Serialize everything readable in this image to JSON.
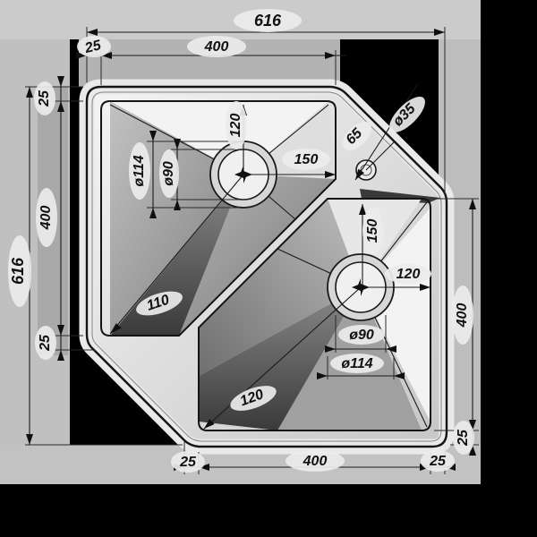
{
  "drawing": {
    "type": "corner-sink-technical-drawing-top-view",
    "colors": {
      "background": "#000000",
      "paper_gray": "#c4c4c4",
      "ink": "#141414",
      "bowl_shadow": "#3c3c3c"
    },
    "dims": {
      "top_overall": "616",
      "top_flange": "25",
      "top_bowl": "400",
      "left_overall": "616",
      "left_flange_top": "25",
      "left_bowl": "400",
      "left_flange_bottom": "25",
      "bottom_flange_left": "25",
      "bottom_bowl": "400",
      "bottom_flange_right": "25",
      "right_bowl": "400",
      "right_flange": "25",
      "bowl_a_drain_top_offset": "120",
      "bowl_a_drain_right_offset": "150",
      "bowl_a_drain_flange_dia": "ø114",
      "bowl_a_drain_dia": "ø90",
      "bowl_a_corner_dim": "110",
      "bowl_b_drain_top_offset": "150",
      "bowl_b_drain_right_offset": "120",
      "bowl_b_drain_dia": "ø90",
      "bowl_b_drain_flange_dia": "ø114",
      "bowl_b_corner_dim": "120",
      "faucet_hole_dia": "ø35",
      "faucet_hole_offset": "65"
    }
  }
}
